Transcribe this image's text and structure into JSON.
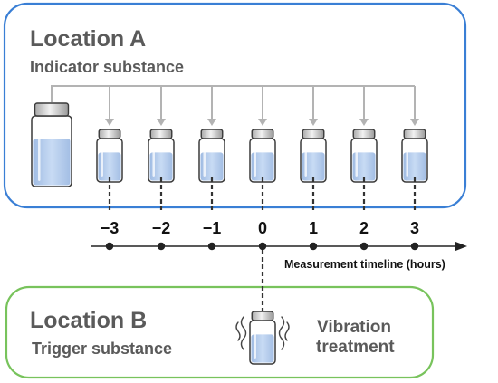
{
  "location_a": {
    "title": "Location A",
    "subtitle": "Indicator substance",
    "border_color": "#3a7fd5"
  },
  "location_b": {
    "title": "Location B",
    "subtitle": "Trigger substance",
    "border_color": "#78c35c"
  },
  "vibration": {
    "line1": "Vibration",
    "line2": "treatment"
  },
  "timeline": {
    "label": "Measurement timeline (hours)",
    "ticks": [
      "−3",
      "−2",
      "−1",
      "0",
      "1",
      "2",
      "3"
    ]
  },
  "colors": {
    "liquid": "#bcd3f0",
    "cap": "#d8d8d8",
    "connector": "#b3b3b3"
  }
}
